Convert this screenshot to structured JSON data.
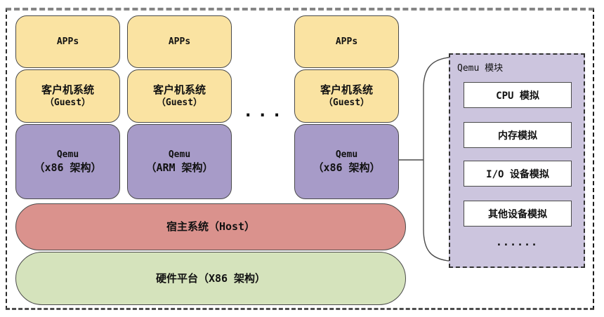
{
  "diagram": {
    "stacks": [
      {
        "apps": "APPs",
        "guest_line1": "客户机系统",
        "guest_line2": "（Guest）",
        "qemu_line1": "Qemu",
        "qemu_line2": "（x86 架构）"
      },
      {
        "apps": "APPs",
        "guest_line1": "客户机系统",
        "guest_line2": "（Guest）",
        "qemu_line1": "Qemu",
        "qemu_line2": "（ARM 架构）"
      },
      {
        "apps": "APPs",
        "guest_line1": "客户机系统",
        "guest_line2": "（Guest）",
        "qemu_line1": "Qemu",
        "qemu_line2": "（x86 架构）"
      }
    ],
    "ellipsis": "...",
    "host_label": "宿主系统（Host）",
    "hardware_label": "硬件平台（X86 架构）",
    "qemu_panel": {
      "title": "Qemu 模块",
      "modules": [
        "CPU 模拟",
        "内存模拟",
        "I/O 设备模拟",
        "其他设备模拟"
      ],
      "more": "......"
    },
    "colors": {
      "apps_fill": "#FAE3A2",
      "guest_fill": "#FAE3A2",
      "qemu_fill": "#A79BC8",
      "host_fill": "#DA928D",
      "hardware_fill": "#D5E3BC",
      "panel_fill": "#CCC5DE",
      "box_border": "#4a4a4a"
    }
  }
}
